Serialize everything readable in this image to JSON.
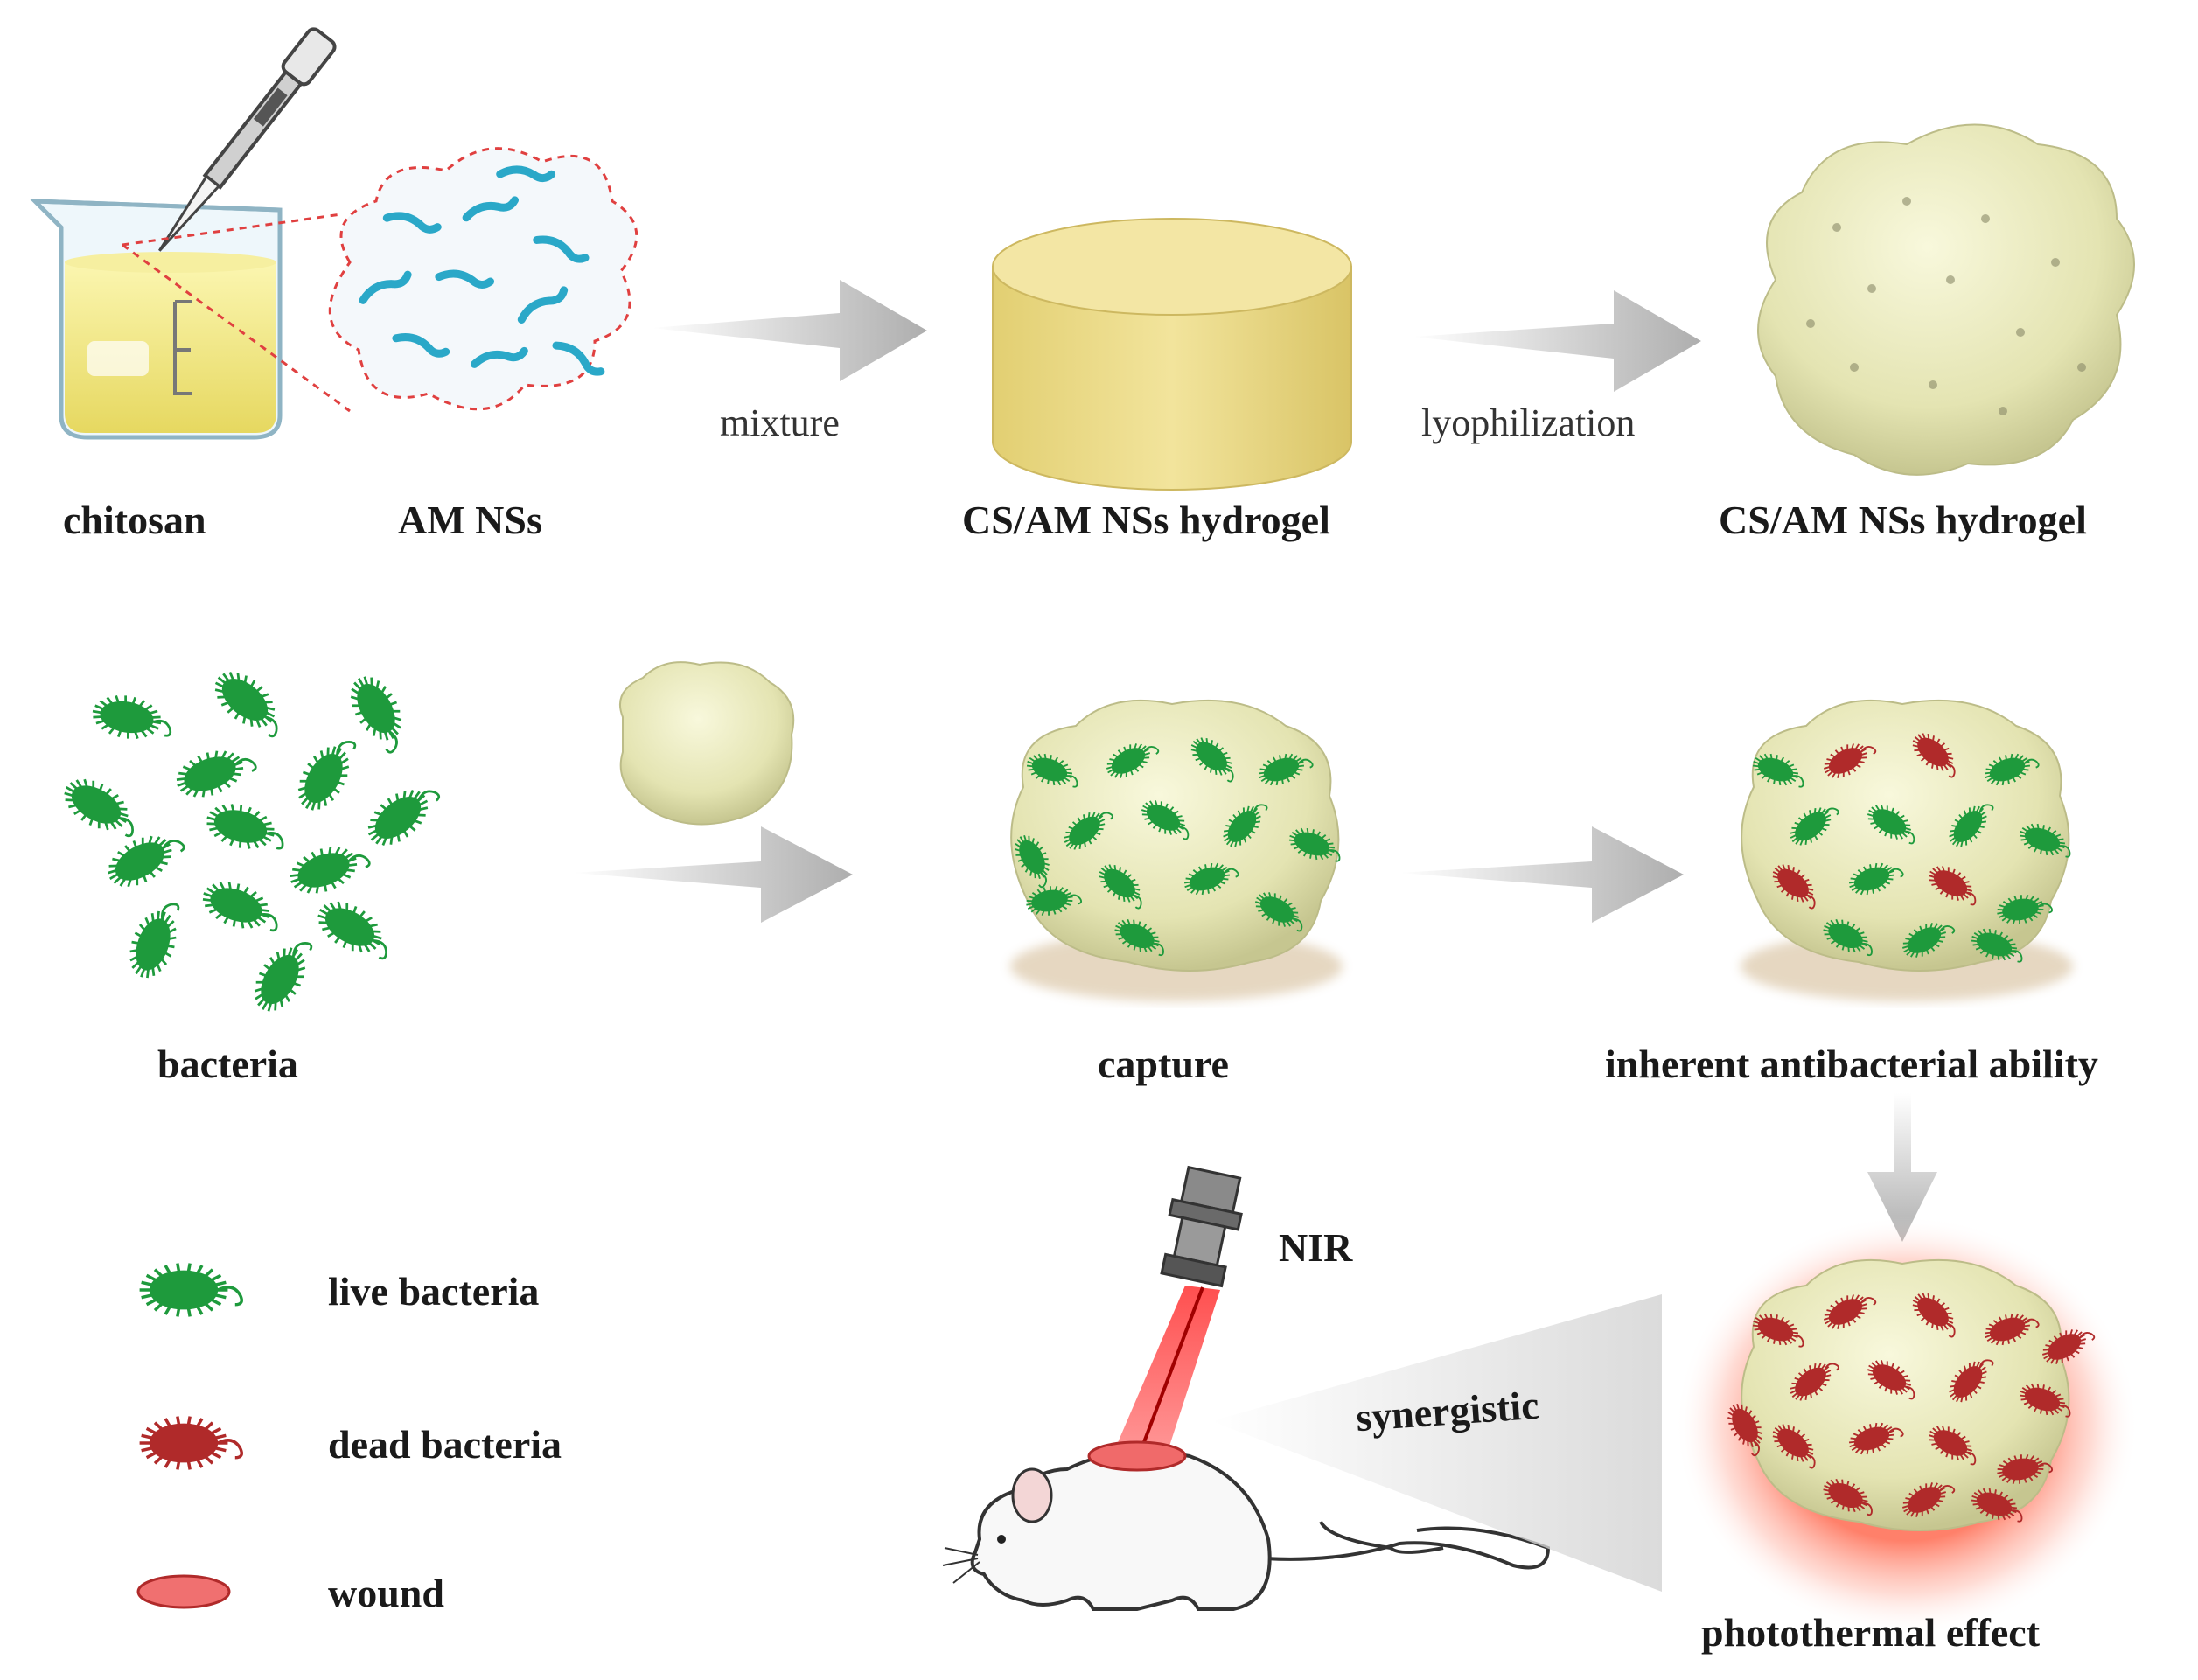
{
  "labels": {
    "chitosan": "chitosan",
    "am_nss": "AM NSs",
    "mixture": "mixture",
    "cs_hydrogel_1": "CS/AM NSs hydrogel",
    "lyophilization": "lyophilization",
    "cs_hydrogel_2": "CS/AM NSs hydrogel",
    "bacteria": "bacteria",
    "capture": "capture",
    "inherent": "inherent antibacterial ability",
    "nir": "NIR",
    "synergistic": "synergistic",
    "photothermal": "photothermal effect"
  },
  "legend": {
    "live": "live bacteria",
    "dead": "dead bacteria",
    "wound": "wound"
  },
  "colors": {
    "live_bacteria": "#1e9a3c",
    "dead_bacteria": "#b02a2a",
    "hydrogel": "#e6e6b8",
    "disc": "#ecdc8c",
    "arrow": "#b8b8b8",
    "laser": "#e02020",
    "nanosheet": "#2aa8c8"
  }
}
